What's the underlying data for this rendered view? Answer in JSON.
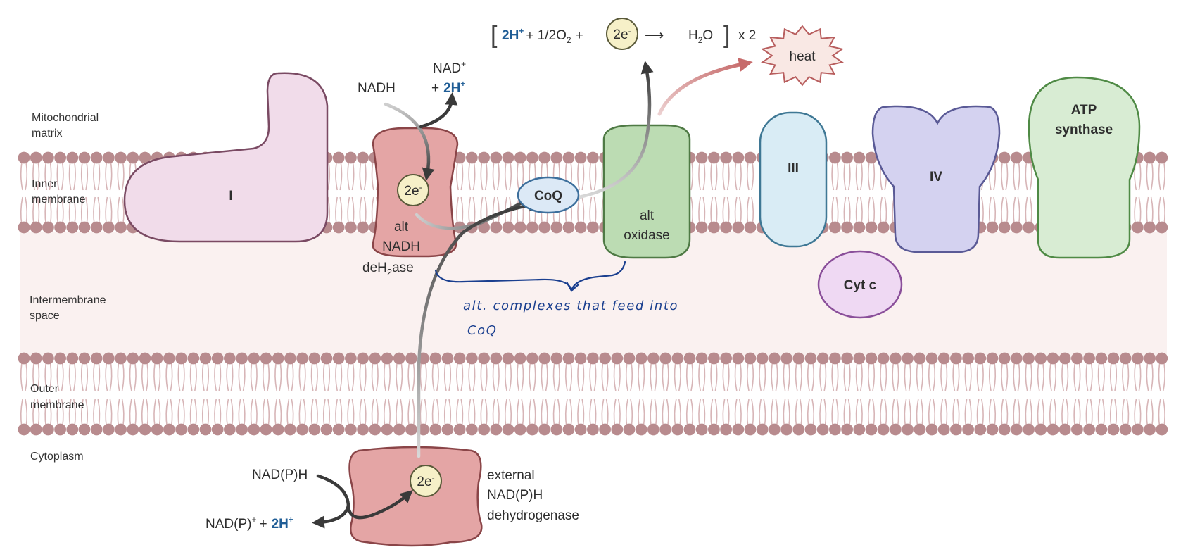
{
  "regions": {
    "matrix": [
      "Mitochondrial",
      "matrix"
    ],
    "inner": [
      "Inner",
      "membrane"
    ],
    "ims": [
      "Intermembrane",
      "space"
    ],
    "outer": [
      "Outer",
      "membrane"
    ],
    "cytoplasm": "Cytoplasm"
  },
  "complexes": {
    "c1": "I",
    "c3": "III",
    "c4": "IV",
    "cytc": "Cyt c",
    "atp": [
      "ATP",
      "synthase"
    ],
    "coq": "CoQ",
    "alt_nadh": [
      "alt",
      "NADH",
      "deH"
    ],
    "alt_nadh_sub": "2",
    "alt_nadh_tail": "ase",
    "alt_oxidase": [
      "alt",
      "oxidase"
    ],
    "ext": [
      "external",
      "NAD(P)H",
      "dehydrogenase"
    ],
    "electron": "2e",
    "electron_sup": "-",
    "heat": "heat"
  },
  "reactions": {
    "nadh": "NADH",
    "nad_plus": "NAD",
    "plus_sup": "+",
    "plus": "+",
    "two_h": "2H",
    "nadph": "NAD(P)H",
    "nadp_plus": "NAD(P)",
    "equation": {
      "bracket_open": "[",
      "h": "2H",
      "h_sup": "+",
      "mid1": "+ 1/2O",
      "o_sub": "2",
      "mid2": "+",
      "e": "2e",
      "e_sup": "-",
      "arrow": "⟶",
      "product": "H",
      "product_sub": "2",
      "product_tail": "O",
      "bracket_close": "]",
      "times": "x 2"
    }
  },
  "annotation": {
    "line1": "alt. complexes that feed into",
    "line2": "CoQ"
  },
  "colors": {
    "lipid_head": "#b88b8e",
    "lipid_tail": "#d7b5b7",
    "ims_fill": "#faf1f0",
    "complex_i": "#f1dcea",
    "complex_iii": "#d9ecf5",
    "complex_iv": "#d4d2f0",
    "cyt_c": "#efd9f3",
    "atp_synthase": "#d8ecd3",
    "alt_nadh": "#e4a5a5",
    "alt_oxidase": "#bcdcb3",
    "coq": "#dce9f6",
    "electron": "#f6f0c8",
    "heat_arrow": "#c76b6b",
    "annotation_ink": "#1a3f8f"
  }
}
